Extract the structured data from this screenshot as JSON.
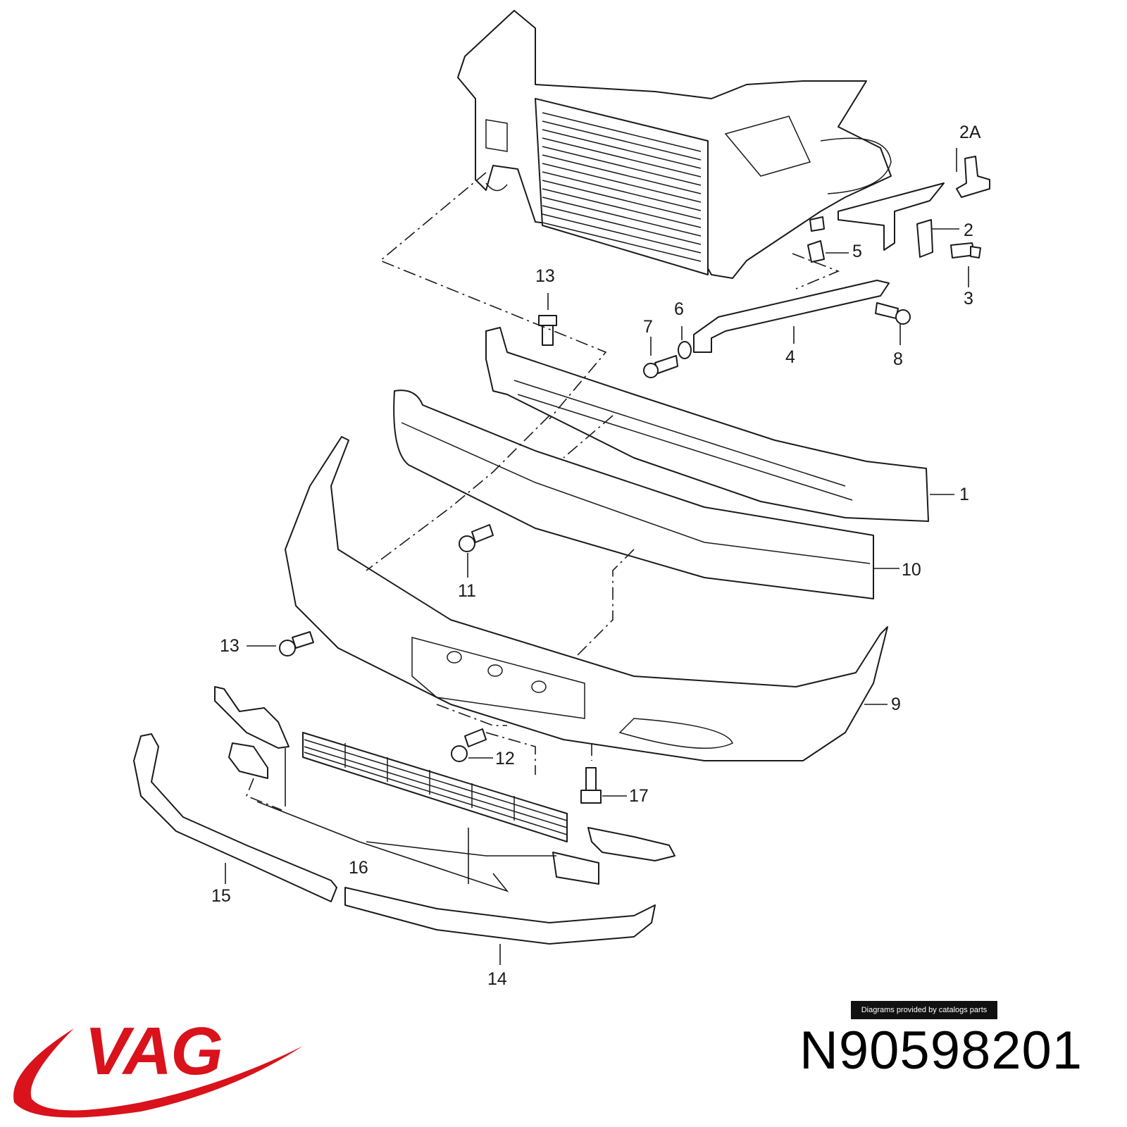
{
  "brand": {
    "logo_text": "VAG",
    "color": "#d9121b"
  },
  "part_number": "N90598201",
  "credit": "Diagrams provided by catalogs parts",
  "callouts": {
    "c1": "1",
    "c2": "2",
    "c2a": "2A",
    "c3": "3",
    "c4": "4",
    "c5": "5",
    "c6": "6",
    "c7": "7",
    "c8": "8",
    "c9": "9",
    "c10": "10",
    "c11": "11",
    "c12": "12",
    "c13a": "13",
    "c13b": "13",
    "c14": "14",
    "c15": "15",
    "c16": "16",
    "c17": "17"
  }
}
